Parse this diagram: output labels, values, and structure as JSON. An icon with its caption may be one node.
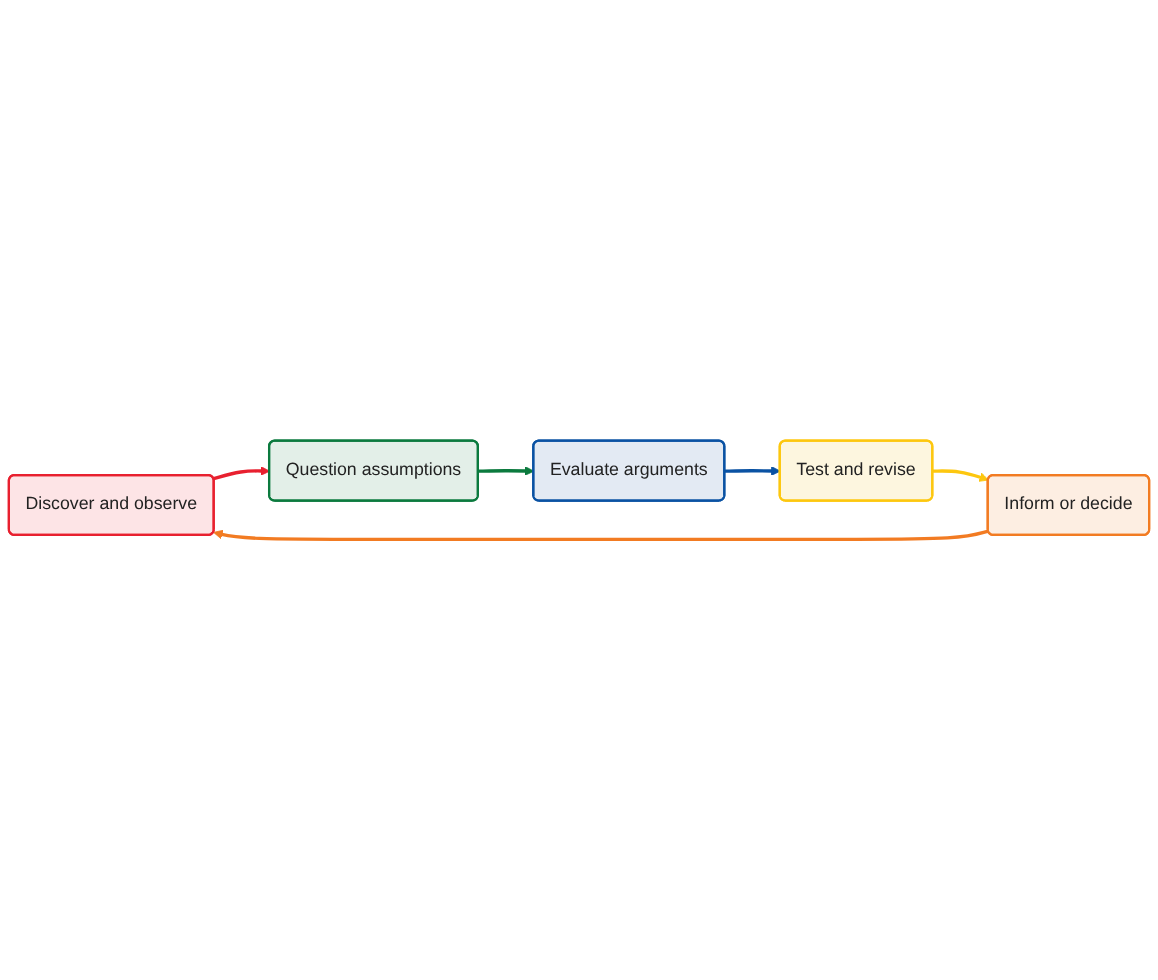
{
  "diagram": {
    "nodes": [
      {
        "text": [
          "Discover and observe"
        ]
      },
      {
        "text": [
          "Question assumptions"
        ]
      },
      {
        "text": [
          "Evaluate arguments"
        ]
      },
      {
        "text": [
          "Test and revise"
        ]
      },
      {
        "text": [
          "Inform or decide"
        ]
      }
    ],
    "edges": [
      {
        "from": 0,
        "to": 1,
        "arrow": "to",
        "color": "#e8202f"
      },
      {
        "from": 1,
        "to": 2,
        "arrow": "to",
        "color": "#0b7a3e"
      },
      {
        "from": 2,
        "to": 3,
        "arrow": "to",
        "color": "#0a52a3"
      },
      {
        "from": 3,
        "to": 4,
        "arrow": "to",
        "color": "#fdc70f"
      },
      {
        "from": 4,
        "to": 0,
        "arrow": "to",
        "color": "#f27b22"
      }
    ]
  }
}
